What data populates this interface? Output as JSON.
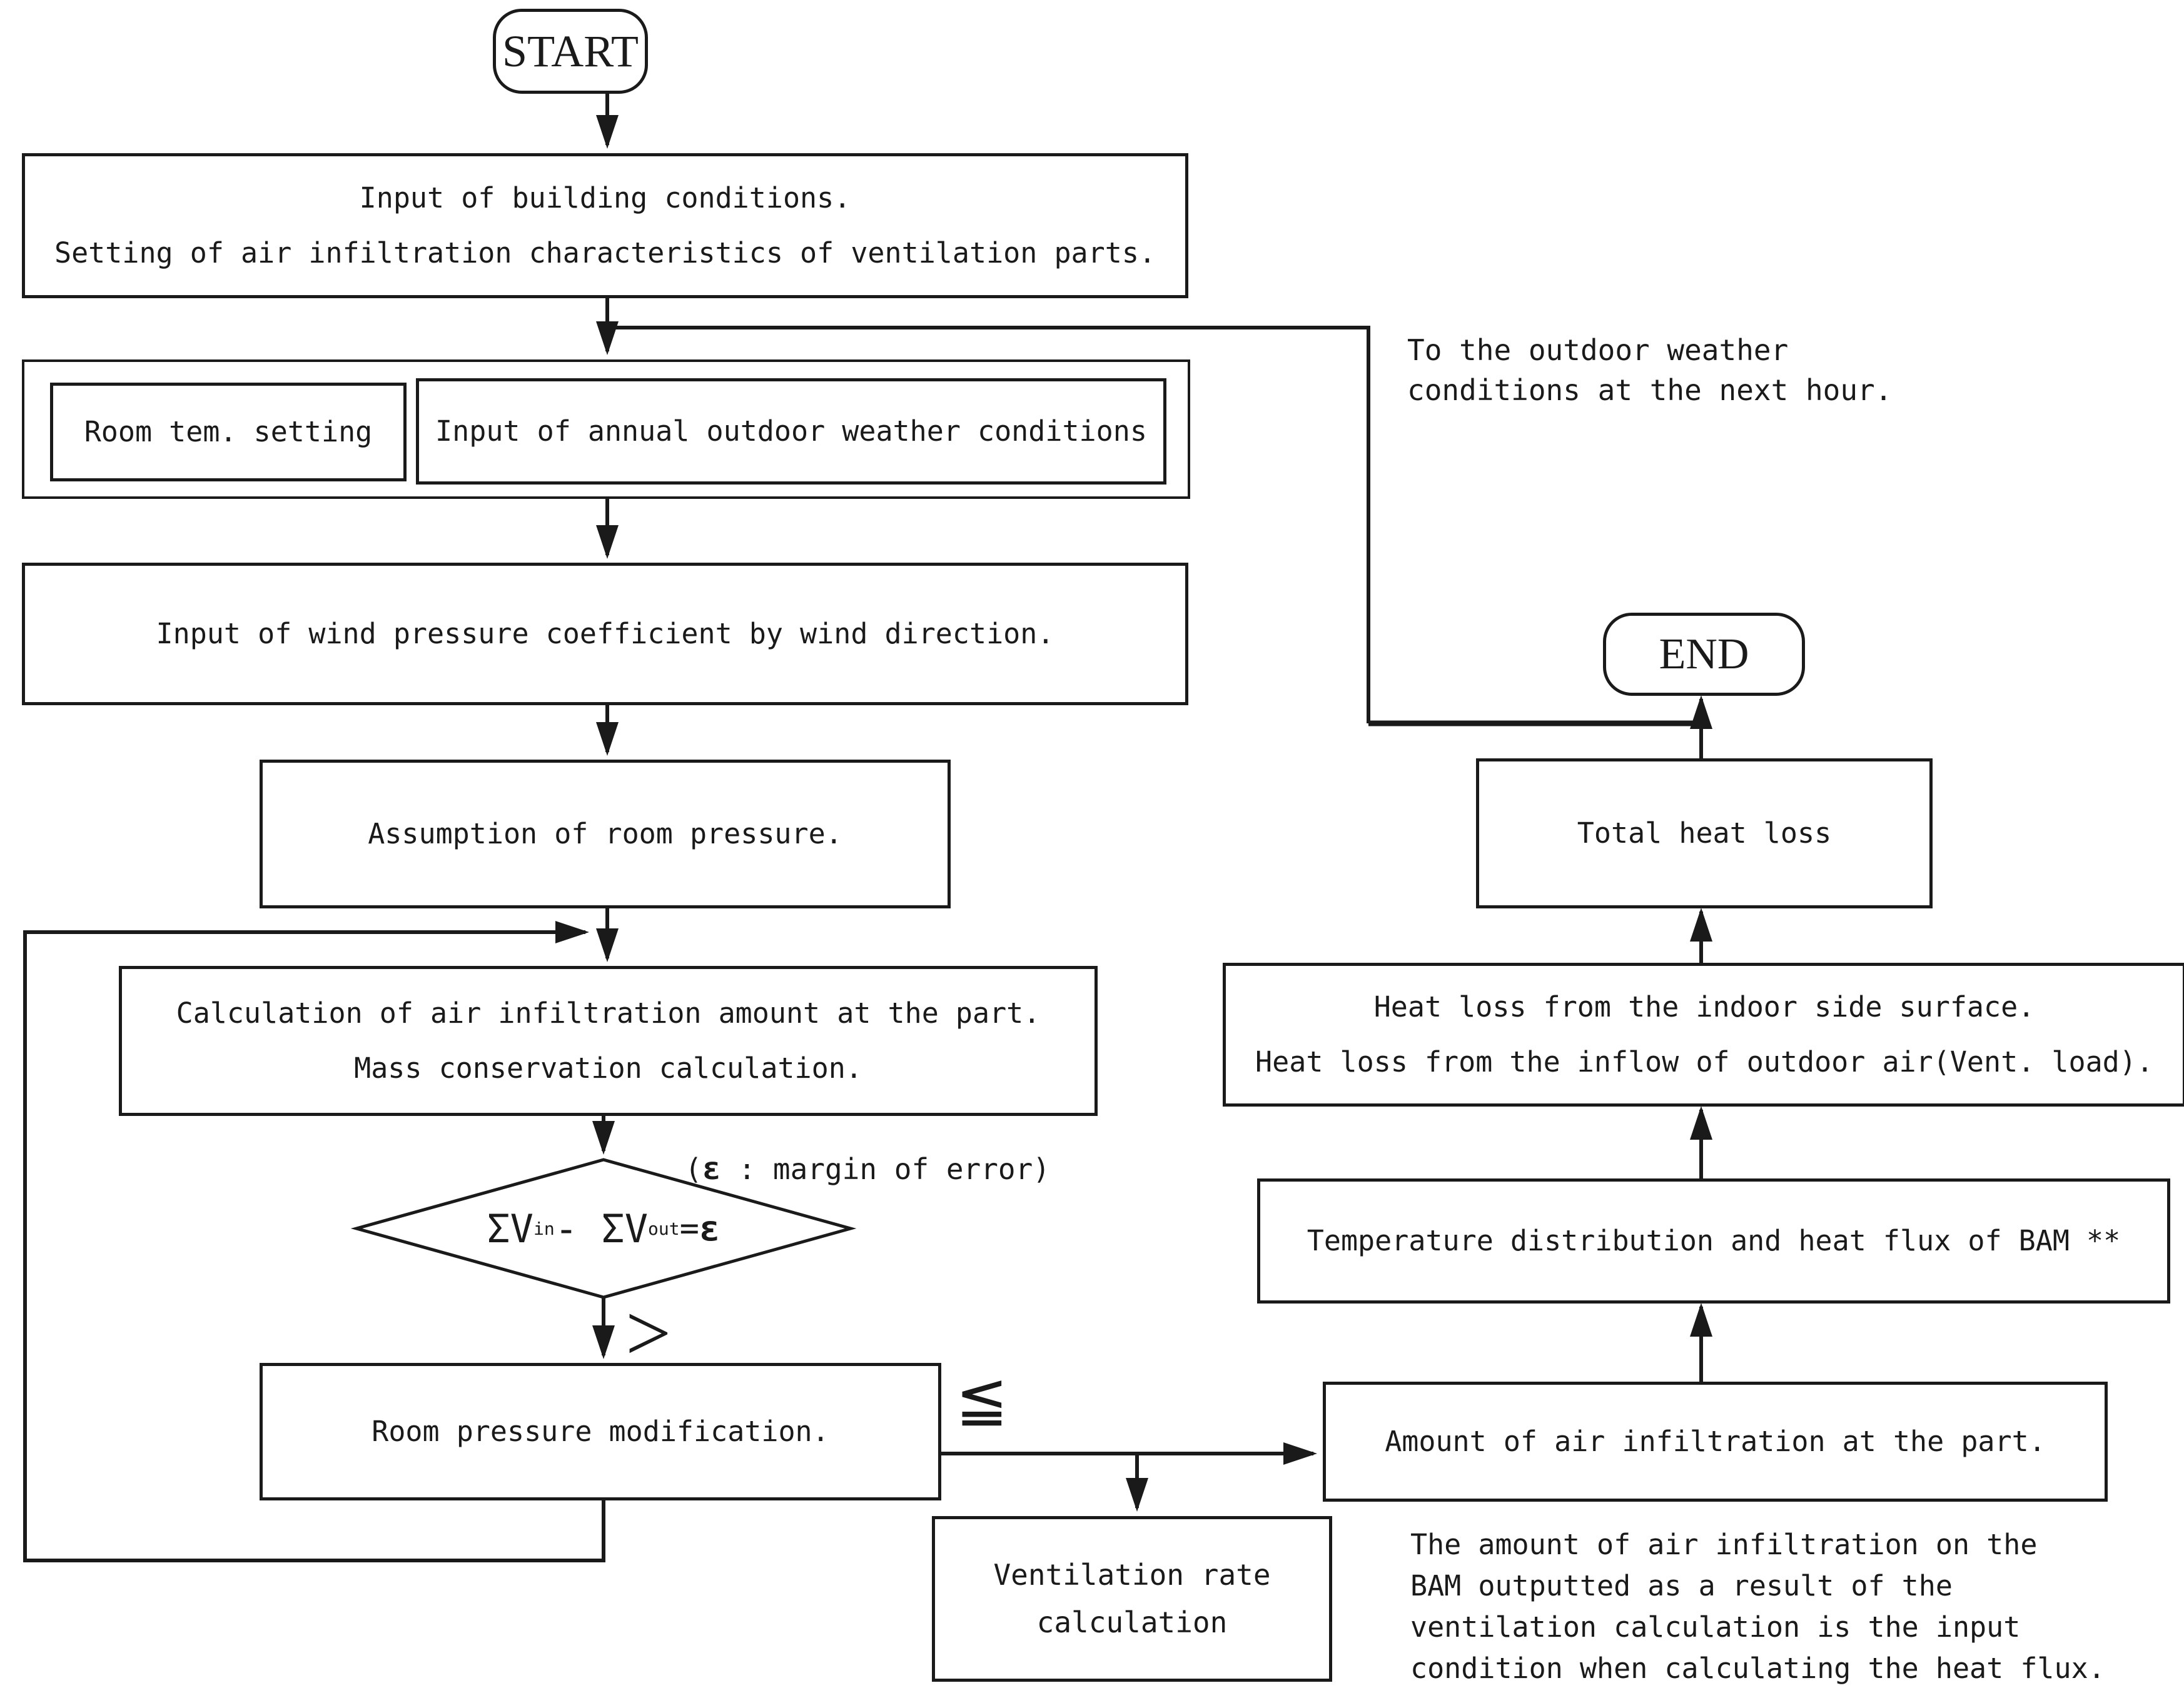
{
  "diagram": {
    "start_label": "START",
    "end_label": "END",
    "boxes": {
      "input_building": {
        "line1": "Input of building conditions.",
        "line2": "Setting of air infiltration characteristics of ventilation parts."
      },
      "room_temp": {
        "label": "Room tem. setting"
      },
      "annual_weather": {
        "label": "Input of annual outdoor weather conditions"
      },
      "wind_pressure": {
        "label": "Input of wind pressure coefficient by wind direction."
      },
      "assumption": {
        "label": "Assumption of room pressure."
      },
      "calculation": {
        "line1": "Calculation of air infiltration amount at the part.",
        "line2": "Mass conservation calculation."
      },
      "room_modification": {
        "label": "Room pressure modification."
      },
      "ventilation_rate": {
        "line1": "Ventilation rate",
        "line2": "calculation"
      },
      "amount_infiltration": {
        "label": "Amount of air infiltration at the part."
      },
      "temperature_distribution": {
        "label": "Temperature distribution and heat flux of BAM **"
      },
      "heat_loss": {
        "line1": "Heat loss from the indoor side surface.",
        "line2": "Heat loss from the inflow of outdoor air(Vent. load)."
      },
      "total_heat_loss": {
        "label": "Total heat loss"
      }
    },
    "decision": {
      "p1": "ΣV",
      "sub1": "in",
      "p2": " - ΣV",
      "sub2": "out",
      "p3": " = ",
      "epsilon": "ε"
    },
    "labels": {
      "epsilon_note_open": "(",
      "epsilon_note_eps": "ε",
      "epsilon_note_rest": " : margin of error)",
      "greater_symbol": ">",
      "less_equal_symbol": "≦",
      "next_hour_line1": "To the outdoor weather",
      "next_hour_line2": "conditions at the next hour.",
      "bam_note_line1": "The amount of air infiltration on the",
      "bam_note_line2": "BAM outputted as a result of the",
      "bam_note_line3": "ventilation calculation is the input",
      "bam_note_line4": "condition when calculating the heat flux."
    },
    "colors": {
      "line": "#1a1a1a",
      "background": "#ffffff"
    }
  }
}
